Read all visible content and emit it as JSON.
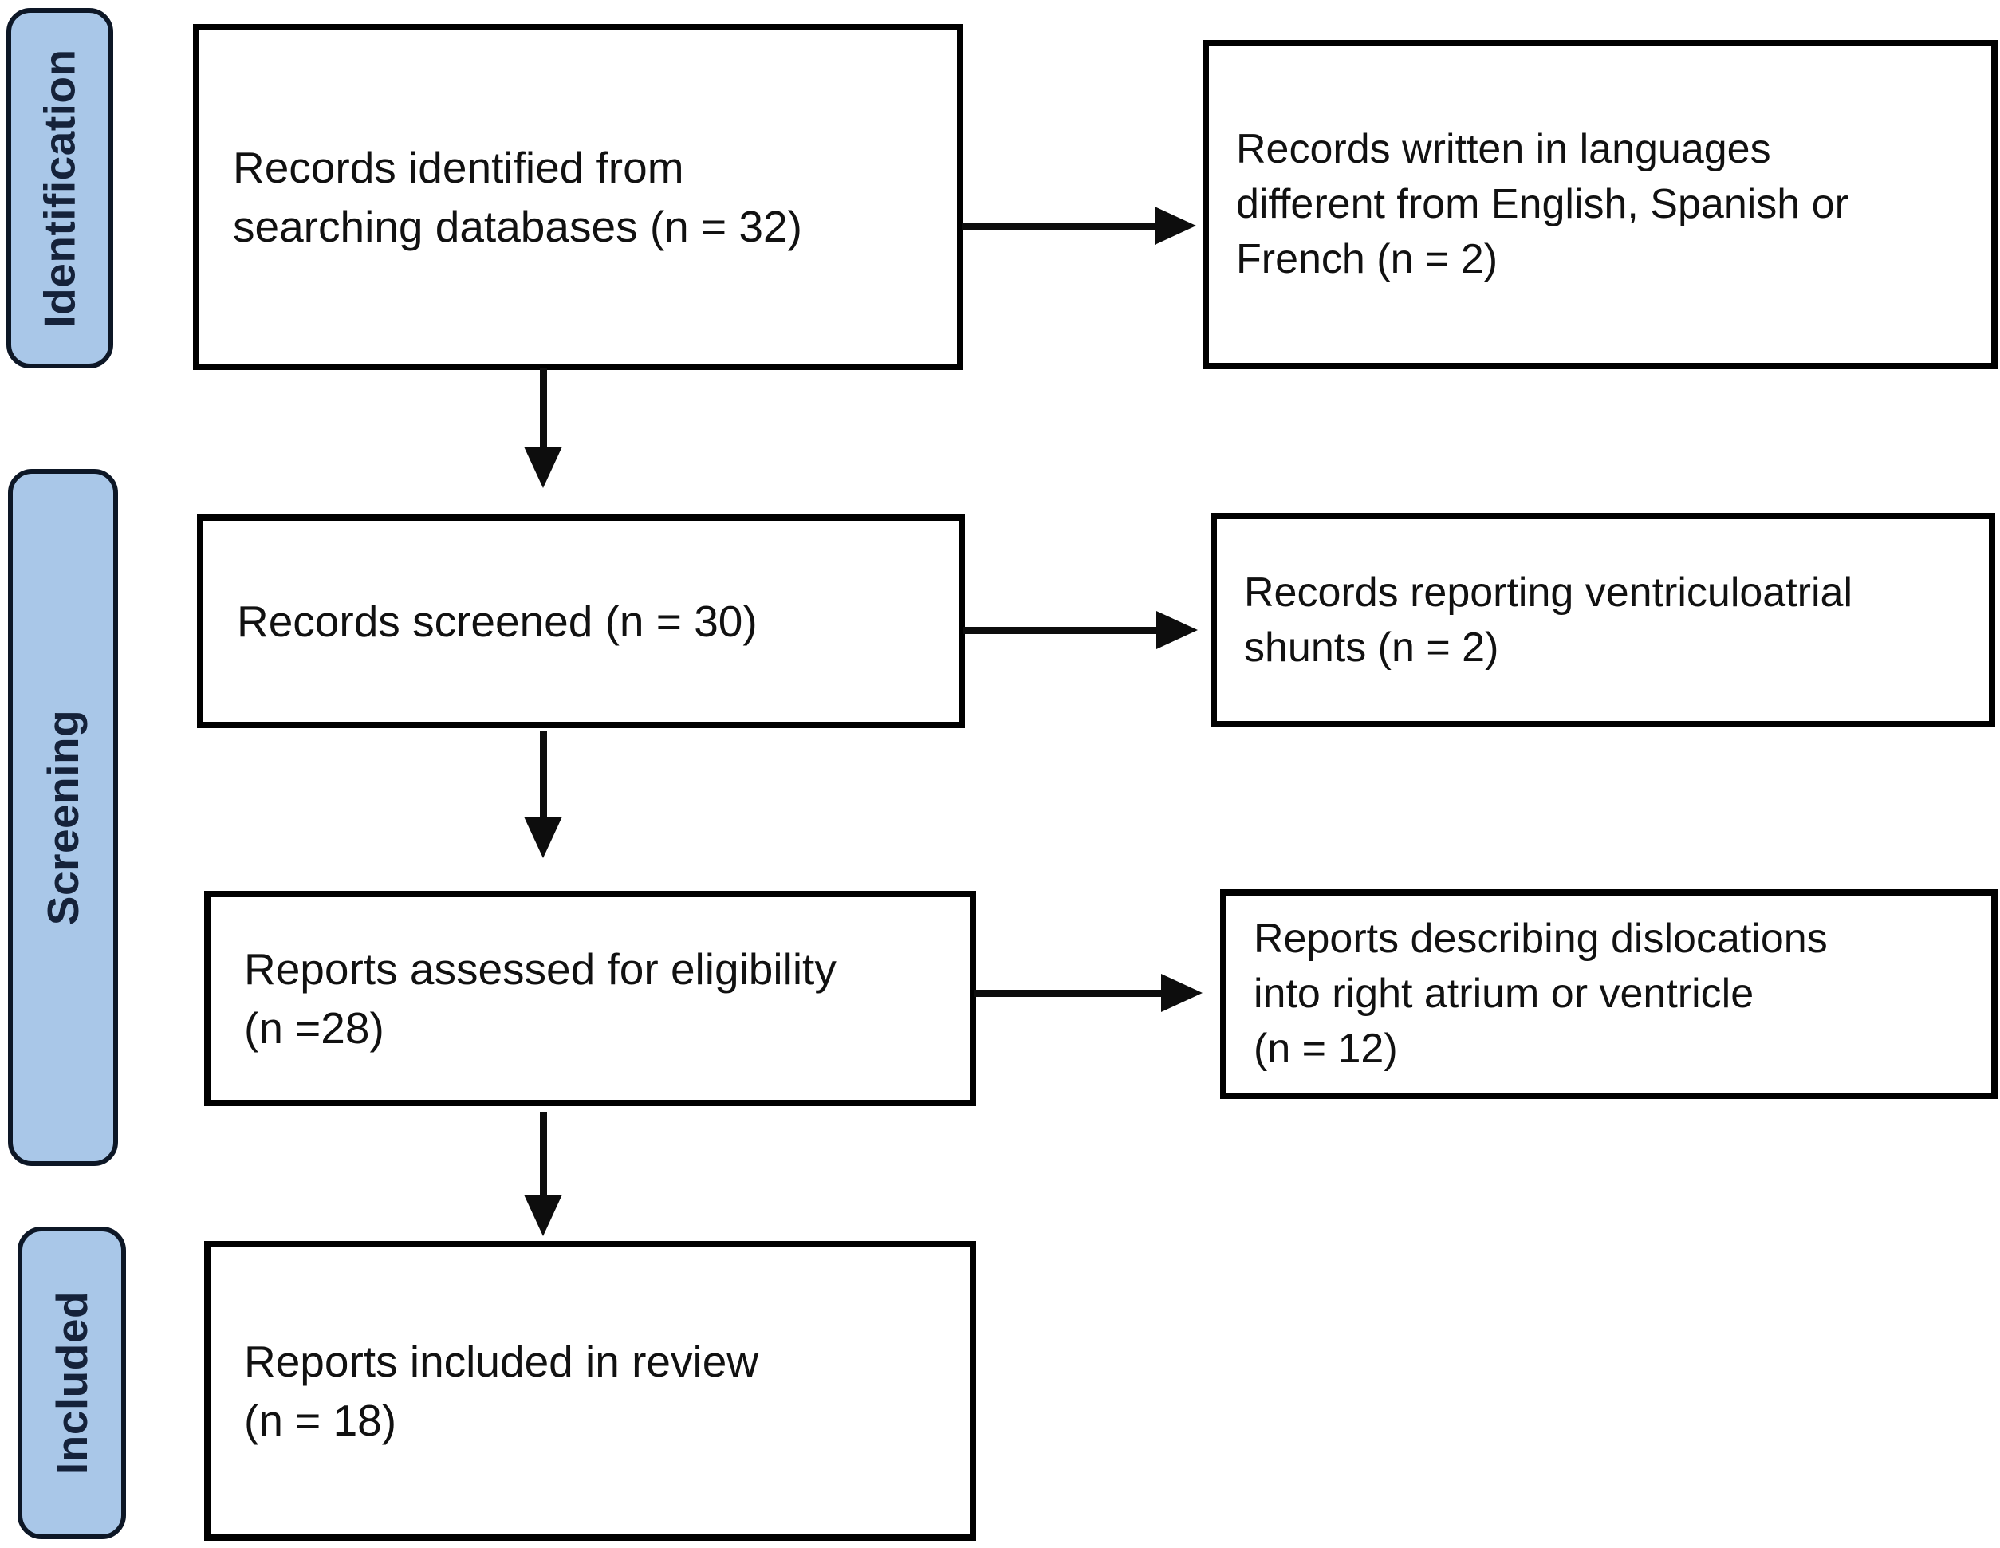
{
  "diagram_type": "prisma-flow",
  "stages": [
    {
      "id": "identification",
      "label": "Identification"
    },
    {
      "id": "screening",
      "label": "Screening"
    },
    {
      "id": "included",
      "label": "Included"
    }
  ],
  "flow_boxes": [
    {
      "id": "records-identified",
      "lines": [
        "Records identified from",
        "searching databases (n = 32)"
      ],
      "n": 32
    },
    {
      "id": "records-screened",
      "lines": [
        "Records screened (n = 30)"
      ],
      "n": 30
    },
    {
      "id": "reports-assessed",
      "lines": [
        "Reports assessed for eligibility",
        "(n =28)"
      ],
      "n": 28
    },
    {
      "id": "reports-included",
      "lines": [
        "Reports included in review",
        "(n = 18)"
      ],
      "n": 18
    }
  ],
  "exclusion_boxes": [
    {
      "id": "language-exclusion",
      "lines": [
        "Records written in languages",
        "different from English, Spanish or",
        "French (n = 2)"
      ],
      "n": 2
    },
    {
      "id": "ventriculoatrial-exclusion",
      "lines": [
        "Records reporting ventriculoatrial",
        "shunts (n = 2)"
      ],
      "n": 2
    },
    {
      "id": "dislocation-exclusion",
      "lines": [
        "Reports describing dislocations",
        "into right atrium or ventricle",
        "(n = 12)"
      ],
      "n": 12
    }
  ],
  "colors": {
    "stage_fill": "#a9c7e8",
    "stage_border": "#0d1726",
    "stage_text": "#15223a",
    "box_border": "#000000",
    "box_text": "#111111",
    "arrow": "#0d0d0d",
    "background": "#ffffff"
  }
}
